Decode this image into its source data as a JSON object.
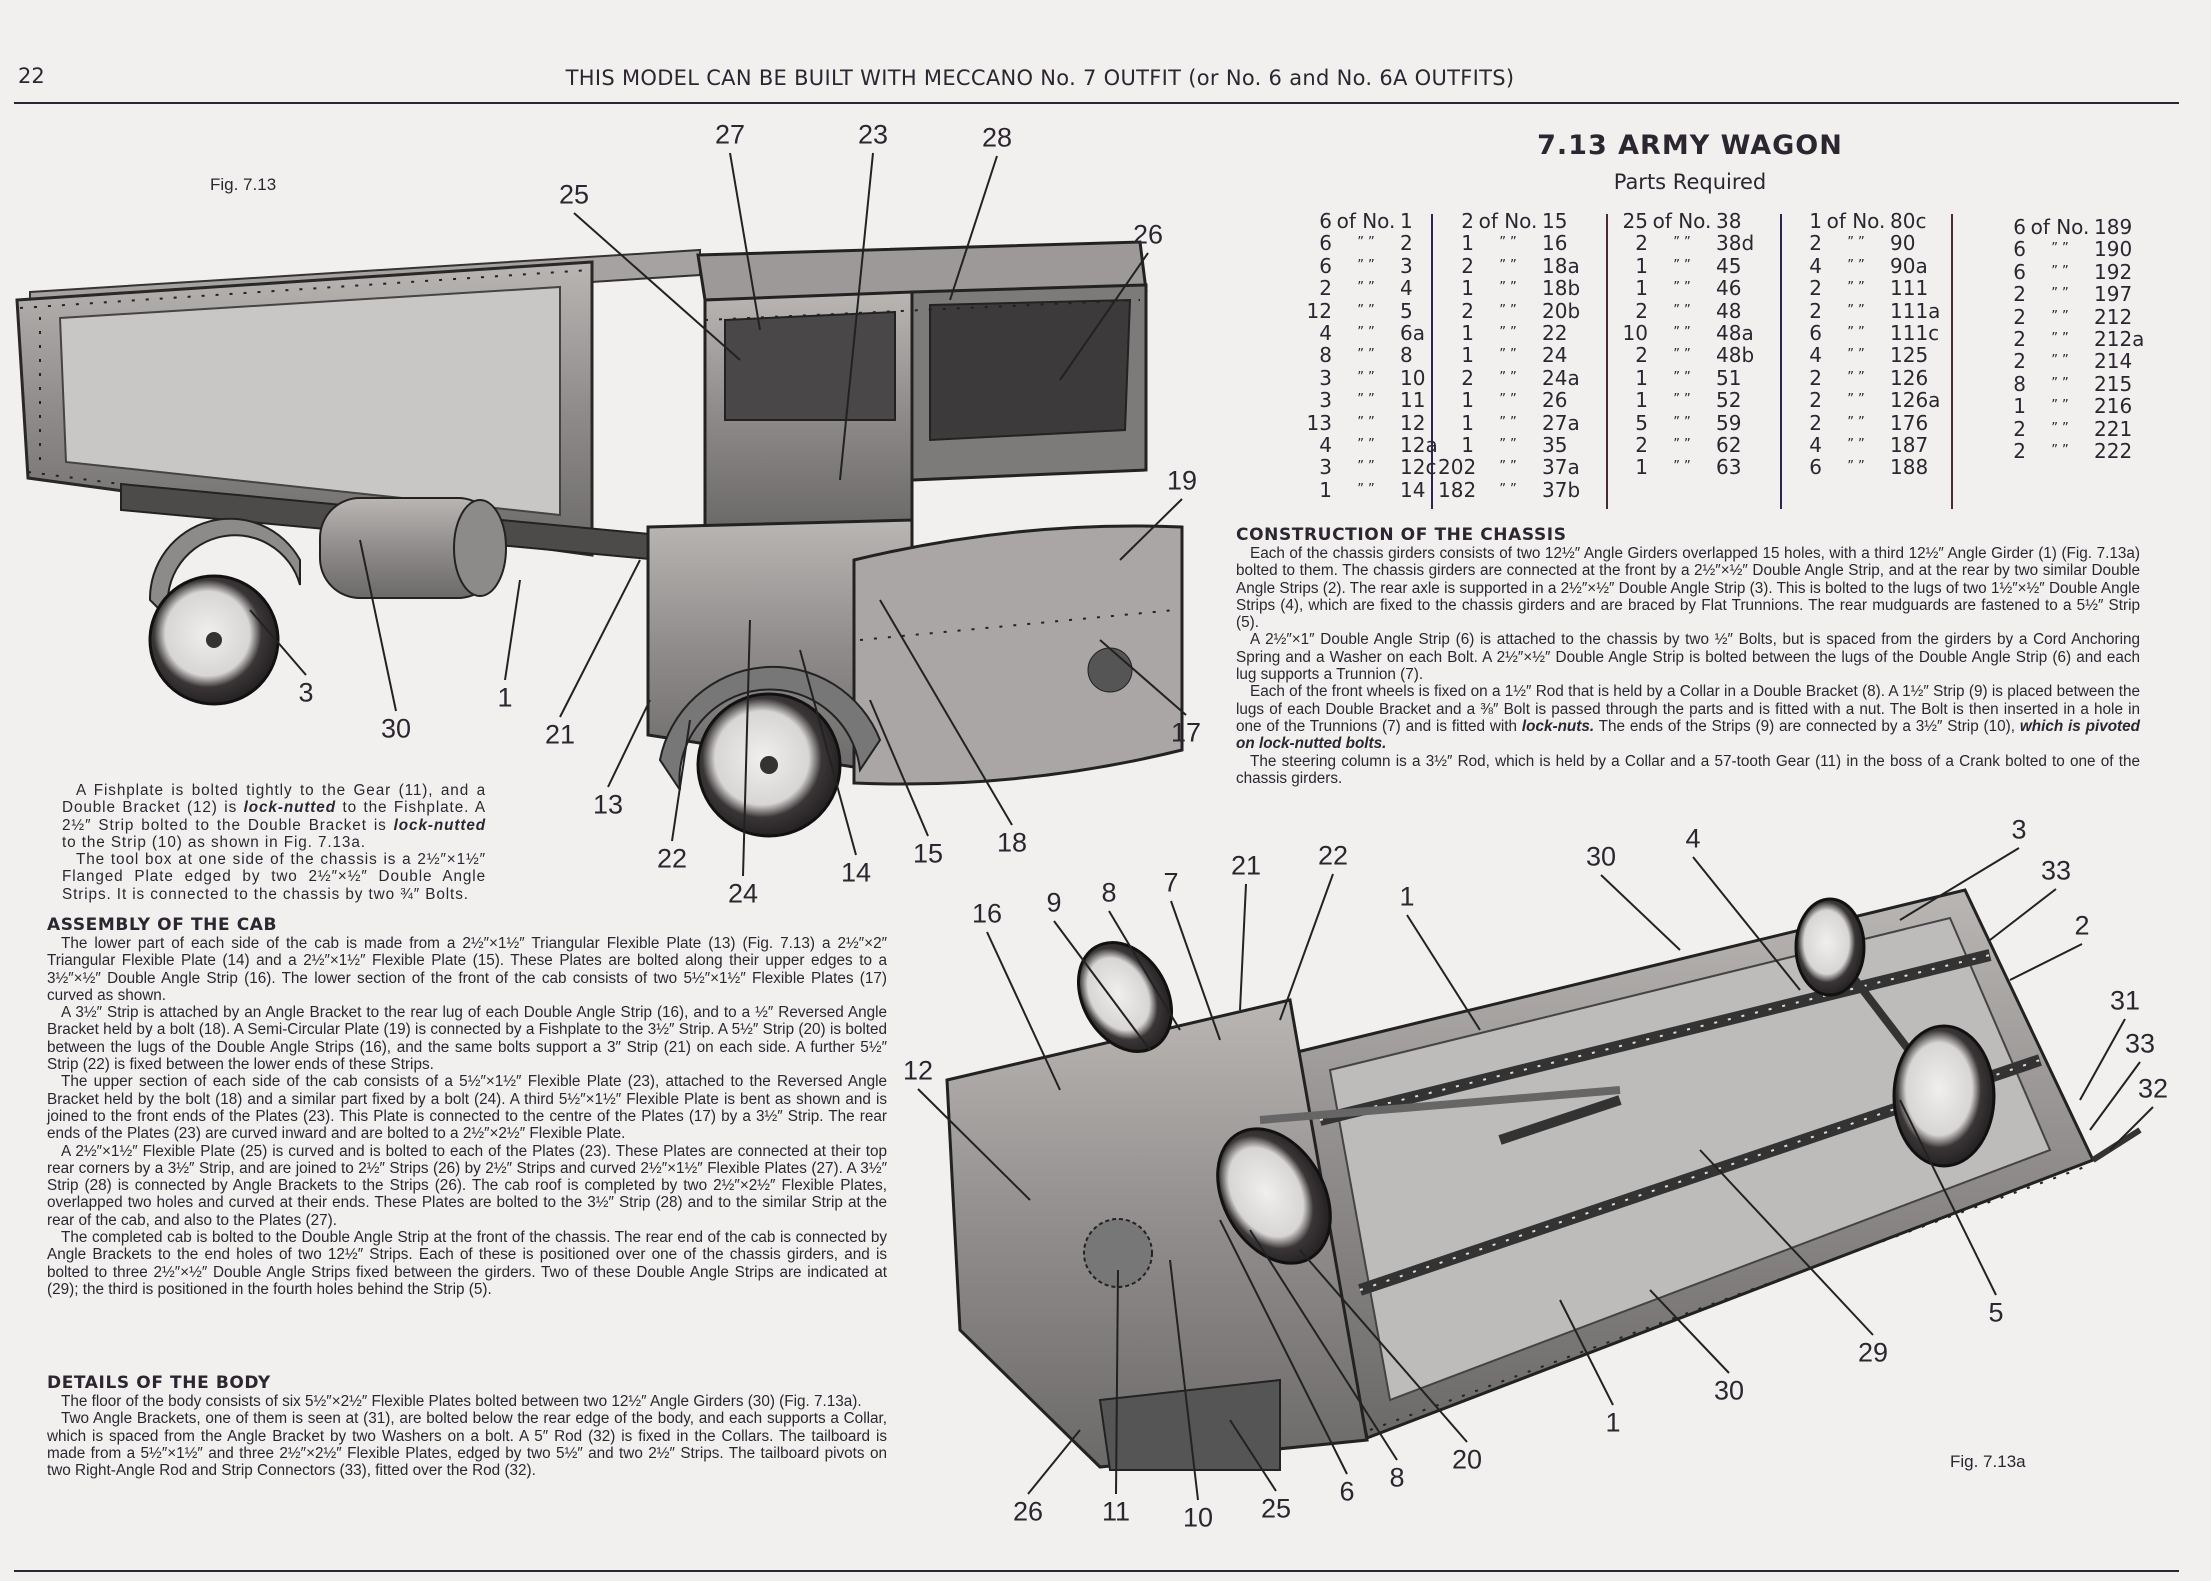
{
  "header": {
    "page_number": "22",
    "running_title": "THIS MODEL CAN BE BUILT WITH MECCANO No. 7 OUTFIT (or No. 6 and No. 6A OUTFITS)"
  },
  "model": {
    "title": "7.13  ARMY WAGON",
    "parts_heading": "Parts Required"
  },
  "parts": {
    "of_no": "of No.",
    "ditto": "”   ”",
    "columns": [
      [
        {
          "q": "6",
          "n": "1"
        },
        {
          "q": "6",
          "n": "2"
        },
        {
          "q": "6",
          "n": "3"
        },
        {
          "q": "2",
          "n": "4"
        },
        {
          "q": "12",
          "n": "5"
        },
        {
          "q": "4",
          "n": "6a"
        },
        {
          "q": "8",
          "n": "8"
        },
        {
          "q": "3",
          "n": "10"
        },
        {
          "q": "3",
          "n": "11"
        },
        {
          "q": "13",
          "n": "12"
        },
        {
          "q": "4",
          "n": "12a"
        },
        {
          "q": "3",
          "n": "12c"
        },
        {
          "q": "1",
          "n": "14"
        }
      ],
      [
        {
          "q": "2",
          "n": "15"
        },
        {
          "q": "1",
          "n": "16"
        },
        {
          "q": "2",
          "n": "18a"
        },
        {
          "q": "1",
          "n": "18b"
        },
        {
          "q": "2",
          "n": "20b"
        },
        {
          "q": "1",
          "n": "22"
        },
        {
          "q": "1",
          "n": "24"
        },
        {
          "q": "2",
          "n": "24a"
        },
        {
          "q": "1",
          "n": "26"
        },
        {
          "q": "1",
          "n": "27a"
        },
        {
          "q": "1",
          "n": "35"
        },
        {
          "q": "202",
          "n": "37a"
        },
        {
          "q": "182",
          "n": "37b"
        }
      ],
      [
        {
          "q": "25",
          "n": "38"
        },
        {
          "q": "2",
          "n": "38d"
        },
        {
          "q": "1",
          "n": "45"
        },
        {
          "q": "1",
          "n": "46"
        },
        {
          "q": "2",
          "n": "48"
        },
        {
          "q": "10",
          "n": "48a"
        },
        {
          "q": "2",
          "n": "48b"
        },
        {
          "q": "1",
          "n": "51"
        },
        {
          "q": "1",
          "n": "52"
        },
        {
          "q": "5",
          "n": "59"
        },
        {
          "q": "2",
          "n": "62"
        },
        {
          "q": "1",
          "n": "63"
        }
      ],
      [
        {
          "q": "1",
          "n": "80c"
        },
        {
          "q": "2",
          "n": "90"
        },
        {
          "q": "4",
          "n": "90a"
        },
        {
          "q": "2",
          "n": "111"
        },
        {
          "q": "2",
          "n": "111a"
        },
        {
          "q": "6",
          "n": "111c"
        },
        {
          "q": "4",
          "n": "125"
        },
        {
          "q": "2",
          "n": "126"
        },
        {
          "q": "2",
          "n": "126a"
        },
        {
          "q": "2",
          "n": "176"
        },
        {
          "q": "4",
          "n": "187"
        },
        {
          "q": "6",
          "n": "188"
        }
      ],
      [
        {
          "q": "6",
          "n": "189"
        },
        {
          "q": "6",
          "n": "190"
        },
        {
          "q": "6",
          "n": "192"
        },
        {
          "q": "2",
          "n": "197"
        },
        {
          "q": "2",
          "n": "212"
        },
        {
          "q": "2",
          "n": "212a"
        },
        {
          "q": "2",
          "n": "214"
        },
        {
          "q": "8",
          "n": "215"
        },
        {
          "q": "1",
          "n": "216"
        },
        {
          "q": "2",
          "n": "221"
        },
        {
          "q": "2",
          "n": "222"
        }
      ]
    ]
  },
  "sections": {
    "chassis": {
      "heading": "CONSTRUCTION OF THE CHASSIS",
      "paragraphs": [
        [
          {
            "t": "Each of the chassis girders consists of two 12½″ Angle Girders overlapped 15 holes, with a third 12½″ Angle Girder (1) (Fig. 7.13a) bolted to them. The chassis girders are connected at the front by a 2½″×½″ Double Angle Strip, and at the rear by two similar Double Angle Strips (2). The rear axle is supported in a 2½″×½″ Double Angle Strip (3). This is bolted to the lugs of two 1½″×½″ Double Angle Strips (4), which are fixed to the chassis girders and are braced by Flat Trunnions. The rear mudguards are fastened to a 5½″ Strip (5)."
          }
        ],
        [
          {
            "t": "A 2½″×1″ Double Angle Strip (6) is attached to the chassis by two ½″ Bolts, but is spaced from the girders by a Cord Anchoring Spring and a Washer on each Bolt. A 2½″×½″ Double Angle Strip is bolted between the lugs of the Double Angle Strip (6) and each lug supports a Trunnion (7)."
          }
        ],
        [
          {
            "t": "Each of the front wheels is fixed on a 1½″ Rod that is held by a Collar in a Double Bracket (8). A 1½″ Strip (9) is placed between the lugs of each Double Bracket and a ⅜″ Bolt is passed through the parts and is fitted with a nut. The Bolt is then inserted in a hole in one of the Trunnions (7) and is fitted with "
          },
          {
            "e": "lock-nuts."
          },
          {
            "t": " The ends of the Strips (9) are connected by a 3½″ Strip (10), "
          },
          {
            "e": "which is pivoted on lock-nutted bolts."
          }
        ],
        [
          {
            "t": "The steering column is a 3½″ Rod, which is held by a Collar and a 57-tooth Gear (11) in the boss of a Crank bolted to one of the chassis girders."
          }
        ]
      ]
    },
    "fishplate": {
      "paragraphs": [
        [
          {
            "t": "A Fishplate is bolted tightly to the Gear (11), and a Double Bracket (12) is "
          },
          {
            "e": "lock-nutted"
          },
          {
            "t": " to the Fishplate. A 2½″ Strip bolted to the Double Bracket is "
          },
          {
            "e": "lock-nutted"
          },
          {
            "t": " to the Strip (10) as shown in Fig. 7.13a."
          }
        ],
        [
          {
            "t": "The tool box at one side of the chassis is a 2½″×1½″ Flanged Plate edged by two 2½″×½″ Double Angle Strips. It is connected to the chassis by two ¾″ Bolts."
          }
        ]
      ]
    },
    "cab": {
      "heading": "ASSEMBLY OF THE CAB",
      "paragraphs": [
        [
          {
            "t": "The lower part of each side of the cab is made from a 2½″×1½″ Triangular Flexible Plate (13) (Fig. 7.13) a 2½″×2″ Triangular Flexible Plate (14) and a 2½″×1½″ Flexible Plate (15). These Plates are bolted along their upper edges to a 3½″×½″ Double Angle Strip (16). The lower section of the front of the cab consists of two 5½″×1½″ Flexible Plates (17) curved as shown."
          }
        ],
        [
          {
            "t": "A 3½″ Strip is attached by an Angle Bracket to the rear lug of each Double Angle Strip (16), and to a ½″ Reversed Angle Bracket held by a bolt (18). A Semi-Circular Plate (19) is connected by a Fishplate to the 3½″ Strip. A 5½″ Strip (20) is bolted between the lugs of the Double Angle Strips (16), and the same bolts support a 3″ Strip (21) on each side. A further 5½″ Strip (22) is fixed between the lower ends of these Strips."
          }
        ],
        [
          {
            "t": "The upper section of each side of the cab consists of a 5½″×1½″ Flexible Plate (23), attached to the Reversed Angle Bracket held by the bolt (18) and a similar part fixed by a bolt (24). A third 5½″×1½″ Flexible Plate is bent as shown and is joined to the front ends of the Plates (23). This Plate is connected to the centre of the Plates (17) by a 3½″ Strip. The rear ends of the Plates (23) are curved inward and are bolted to a 2½″×2½″ Flexible Plate."
          }
        ],
        [
          {
            "t": "A 2½″×1½″ Flexible Plate (25) is curved and is bolted to each of the Plates (23). These Plates are connected at their top rear corners by a 3½″ Strip, and are joined to 2½″ Strips (26) by 2½″ Strips and curved 2½″×1½″ Flexible Plates (27). A 3½″ Strip (28) is connected by Angle Brackets to the Strips (26). The cab roof is completed by two 2½″×2½″ Flexible Plates, overlapped two holes and curved at their ends. These Plates are bolted to the 3½″ Strip (28) and to the similar Strip at the rear of the cab, and also to the Plates (27)."
          }
        ],
        [
          {
            "t": "The completed cab is bolted to the Double Angle Strip at the front of the chassis. The rear end of the cab is connected by Angle Brackets to the end holes of two 12½″ Strips. Each of these is positioned over one of the chassis girders, and is bolted to three 2½″×½″ Double Angle Strips fixed between the girders. Two of these Double Angle Strips are indicated at (29); the third is positioned in the fourth holes behind the Strip (5)."
          }
        ]
      ]
    },
    "body": {
      "heading": "DETAILS OF THE BODY",
      "paragraphs": [
        [
          {
            "t": "The floor of the body consists of six 5½″×2½″ Flexible Plates bolted between two 12½″ Angle Girders (30) (Fig. 7.13a)."
          }
        ],
        [
          {
            "t": "Two Angle Brackets, one of them is seen at (31), are bolted below the rear edge of the body, and each supports a Collar, which is spaced from the Angle Bracket by two Washers on a bolt. A 5″ Rod (32) is fixed in the Collars. The tailboard is made from a 5½″×1½″ and three 2½″×2½″ Flexible Plates, edged by two 5½″ and two 2½″ Strips. The tailboard pivots on two Right-Angle Rod and Strip Connectors (33), fitted over the Rod (32)."
          }
        ]
      ]
    }
  },
  "figures": {
    "fig1": {
      "label": "Fig. 7.13",
      "callouts": [
        "27",
        "23",
        "28",
        "25",
        "26",
        "19",
        "17",
        "3",
        "30",
        "1",
        "21",
        "13",
        "22",
        "24",
        "14",
        "15",
        "18"
      ]
    },
    "fig2": {
      "label": "Fig. 7.13a",
      "callouts": [
        "16",
        "9",
        "8",
        "7",
        "21",
        "22",
        "30",
        "4",
        "3",
        "33",
        "2",
        "1",
        "12",
        "31",
        "33",
        "32",
        "5",
        "29",
        "30",
        "1",
        "20",
        "8",
        "6",
        "25",
        "10",
        "11",
        "26"
      ]
    }
  }
}
